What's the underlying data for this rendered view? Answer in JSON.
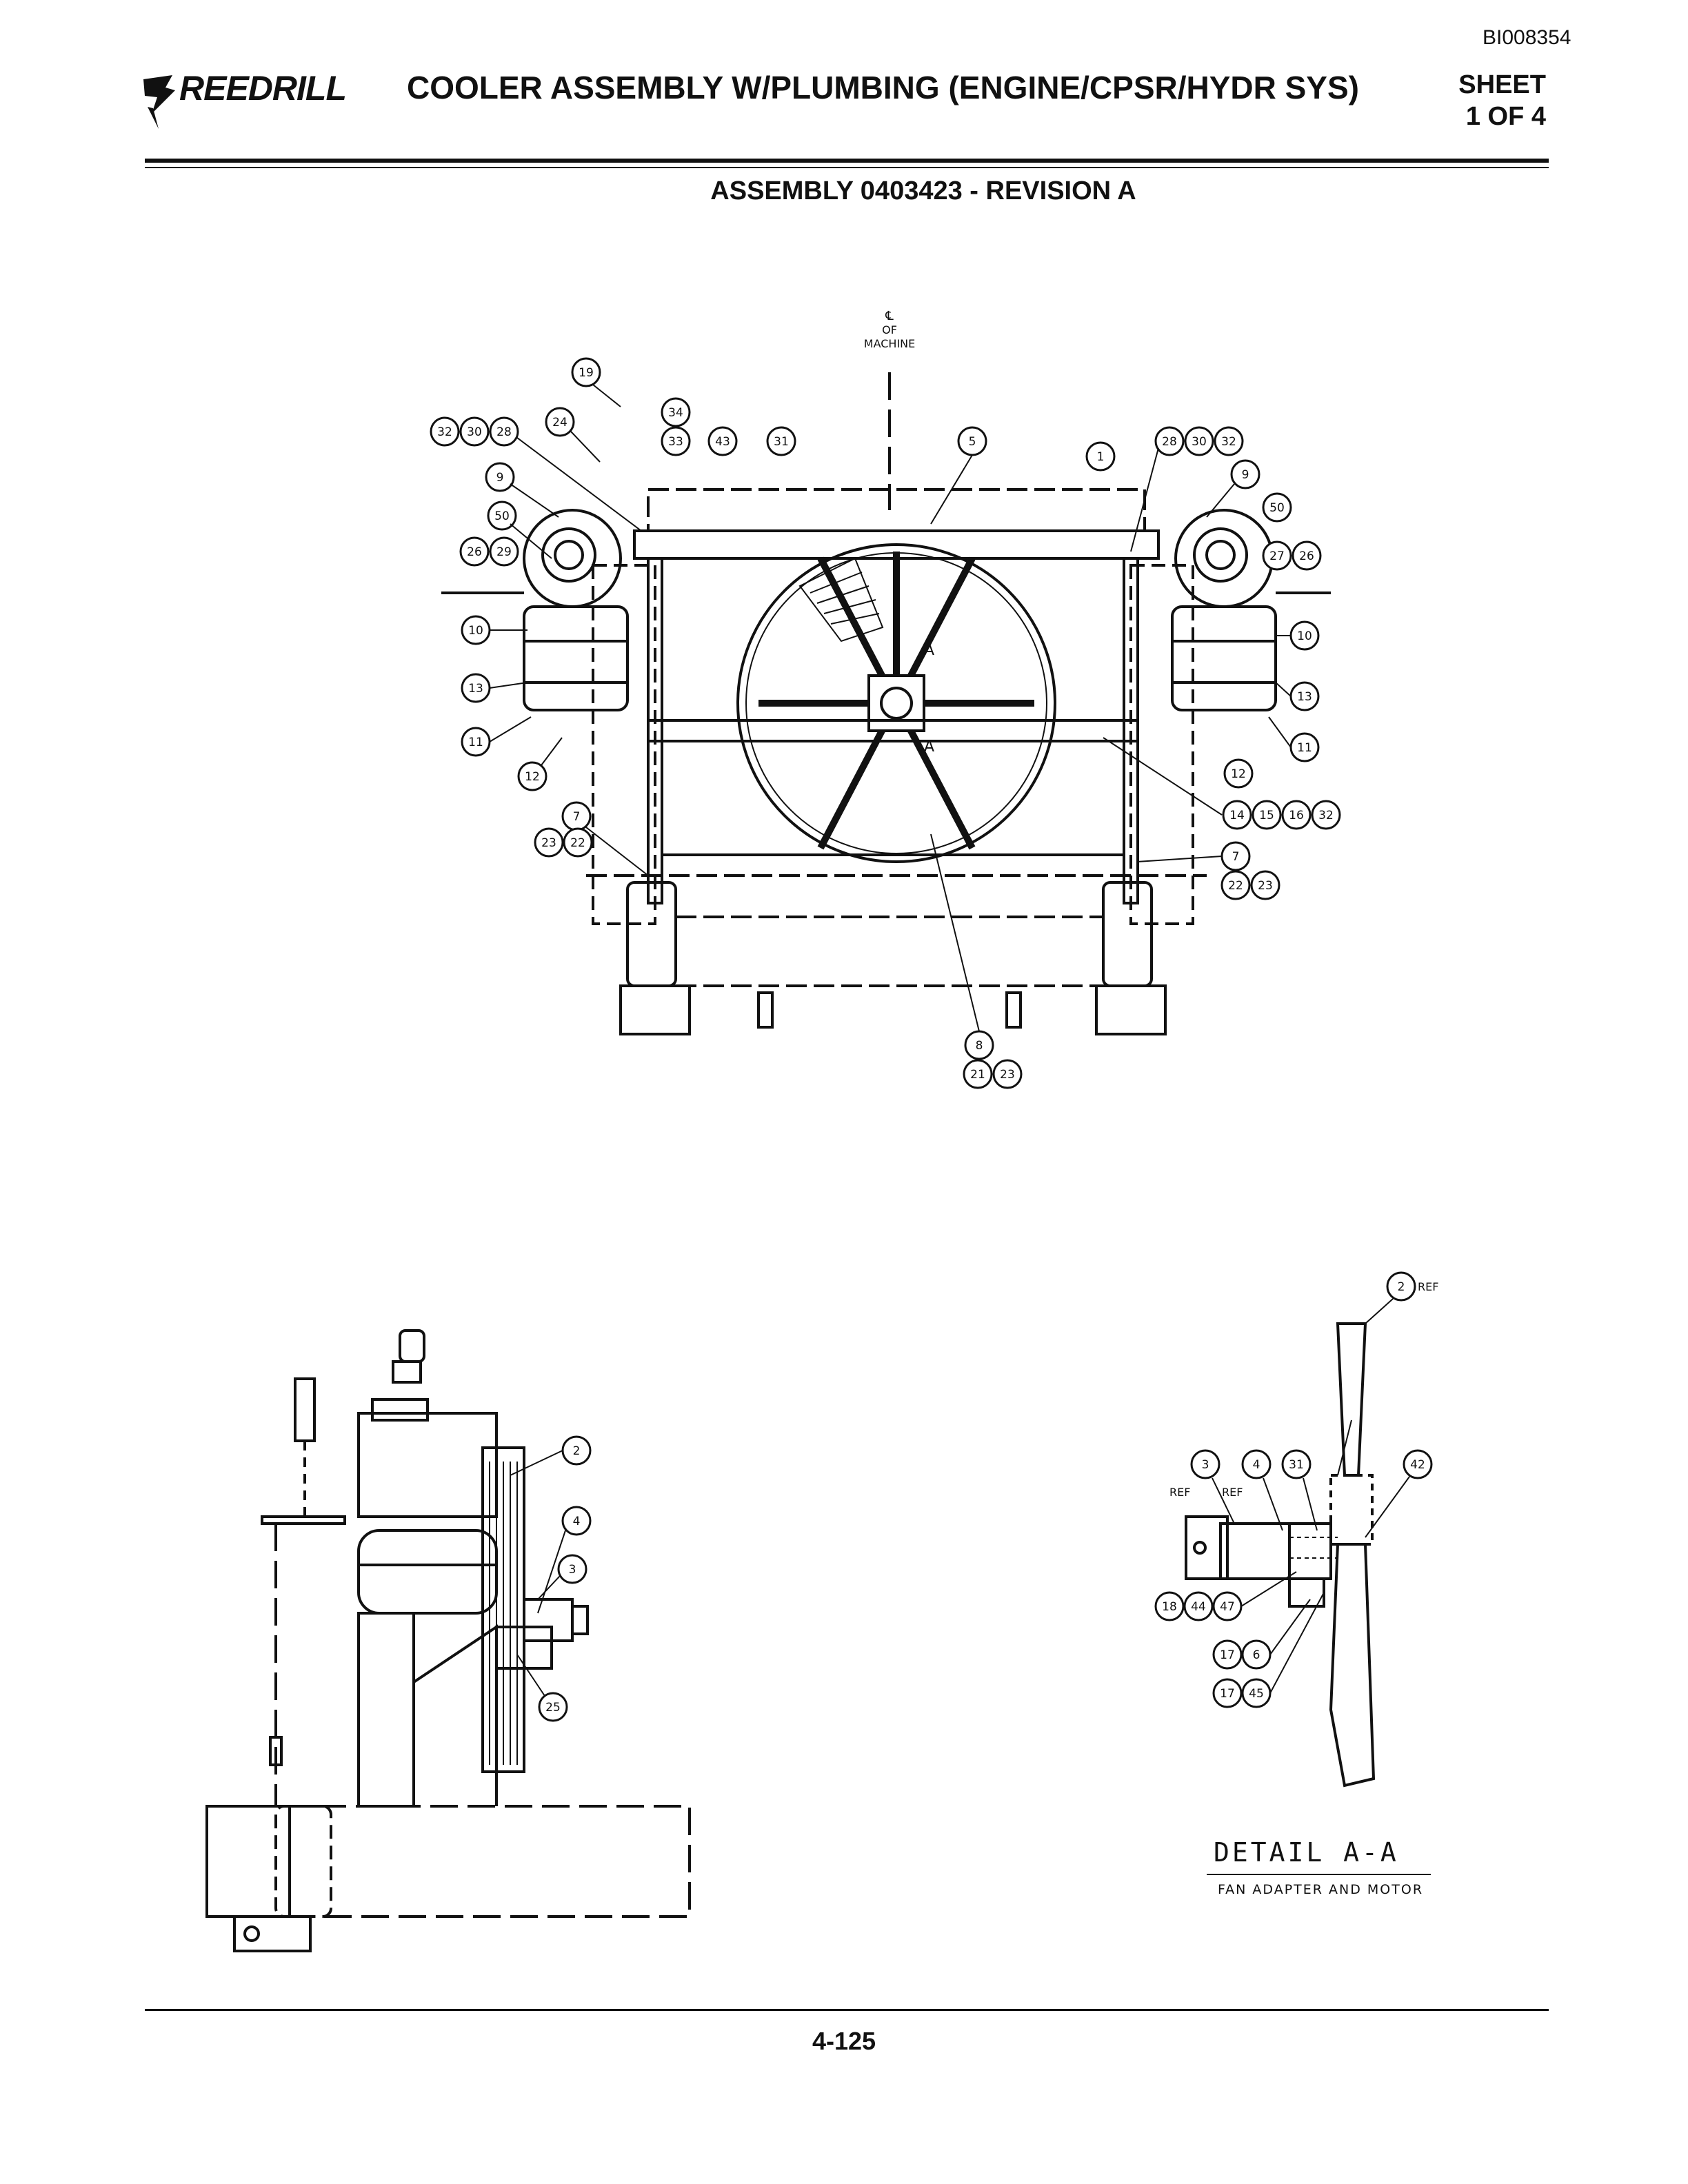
{
  "header": {
    "doc_id": "BI008354",
    "brand": "REEDRILL",
    "title": "COOLER ASSEMBLY W/PLUMBING (ENGINE/CPSR/HYDR SYS)",
    "sheet_line1": "SHEET",
    "sheet_line2": "1 OF 4",
    "assembly": "ASSEMBLY 0403423 - REVISION  A"
  },
  "front_view": {
    "centerline_label_1": "℄",
    "centerline_label_2": "OF",
    "centerline_label_3": "MACHINE",
    "section_marker": "A",
    "callouts_left": [
      "19",
      "34",
      "33",
      "43",
      "31",
      "24",
      "32",
      "30",
      "28",
      "9",
      "50",
      "26",
      "29",
      "10",
      "13",
      "11",
      "12",
      "7",
      "23",
      "22"
    ],
    "callouts_right": [
      "5",
      "1",
      "28",
      "30",
      "32",
      "9",
      "50",
      "27",
      "26",
      "10",
      "13",
      "11",
      "12",
      "14",
      "15",
      "16",
      "32",
      "7",
      "22",
      "23"
    ],
    "callouts_bottom": [
      "8",
      "21",
      "23"
    ]
  },
  "side_view": {
    "callouts": [
      "2",
      "4",
      "3",
      "25"
    ]
  },
  "detail": {
    "title": "DETAIL  A-A",
    "subtitle": "FAN ADAPTER AND MOTOR",
    "ref_label": "REF",
    "callouts": [
      "2",
      "3",
      "4",
      "31",
      "42",
      "18",
      "44",
      "47",
      "17",
      "6",
      "17",
      "45"
    ]
  },
  "footer": {
    "page_number": "4-125"
  }
}
